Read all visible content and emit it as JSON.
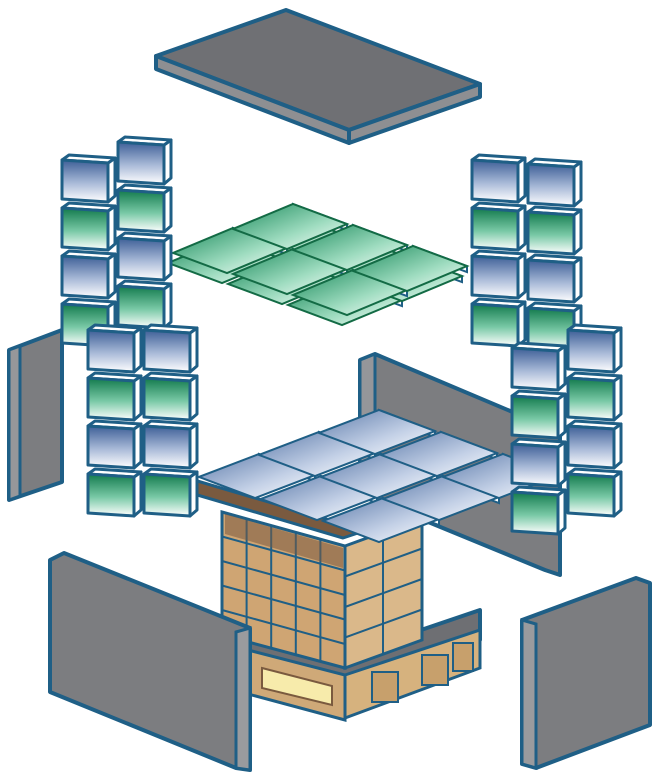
{
  "diagram": {
    "parts": [
      "lid",
      "left-wall",
      "right-wall",
      "front-left-wall",
      "front-right-wall",
      "cold-pack-sheet-top",
      "cold-pack-stack-top-left",
      "cold-pack-stack-middle-left",
      "cold-pack-stack-top-right",
      "cold-pack-stack-middle-right",
      "cold-pack-tray-core",
      "boxed-load",
      "pallet"
    ],
    "colors": {
      "panel_fill": "#7c7d80",
      "panel_edge": "#1f5f86",
      "blue_pack": "#3b5f9a",
      "green_pack": "#1d8a5e",
      "box_tan": "#c9a574",
      "box_brown": "#7a5a3f",
      "pallet_tan": "#d8b381",
      "pallet_light": "#f6e9a9"
    }
  }
}
